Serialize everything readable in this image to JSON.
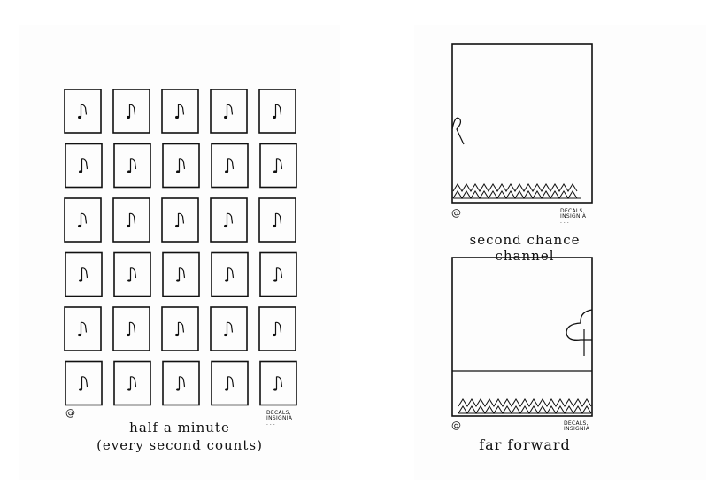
{
  "left_panel": {
    "caption_line1": "half a minute",
    "caption_line2": "(every second counts)",
    "decals_line1": "DECALS,",
    "decals_line2": "INSIGNIA",
    "decals_dots": "...",
    "grid": {
      "rows": 6,
      "columns": 5
    },
    "tile_glyph": "music-note-icon"
  },
  "right_top_panel": {
    "caption": "second chance channel",
    "decals_line1": "DECALS,",
    "decals_line2": "INSIGNIA",
    "decals_dots": "..."
  },
  "right_bottom_panel": {
    "caption": "far forward",
    "decals_line1": "DECALS,",
    "decals_line2": "INSIGNIA",
    "decals_dots": "..."
  },
  "colors": {
    "ink": "#111111",
    "paper": "#ffffff"
  }
}
